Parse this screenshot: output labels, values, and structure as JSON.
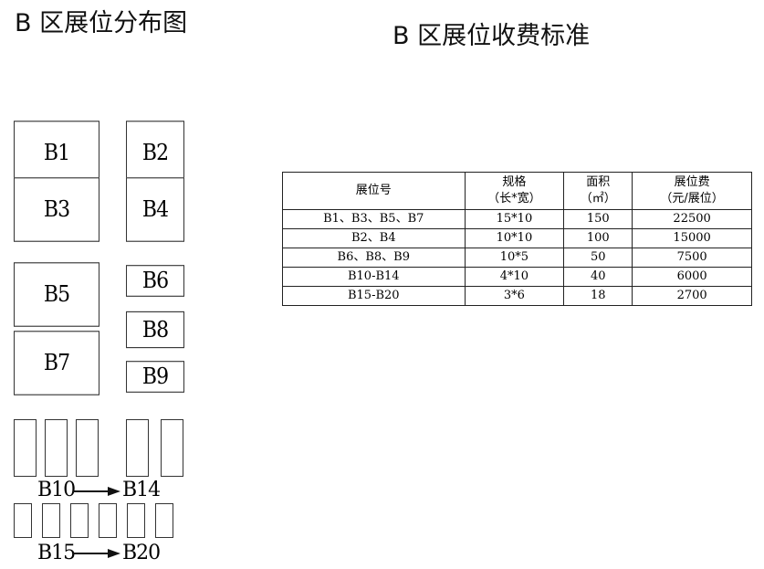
{
  "map_title": "B 区展位分布图",
  "fee_title": "B 区展位收费标准",
  "booths": {
    "b1": "B1",
    "b2": "B2",
    "b3": "B3",
    "b4": "B4",
    "b5": "B5",
    "b6": "B6",
    "b7": "B7",
    "b8": "B8",
    "b9": "B9"
  },
  "range_b10_b14": {
    "start": "B10",
    "end": "B14"
  },
  "range_b15_b20": {
    "start": "B15",
    "end": "B20"
  },
  "fee_table": {
    "headers": {
      "booth_no": "展位号",
      "spec": "规格",
      "spec_unit": "（长*宽）",
      "area": "面积",
      "area_unit": "（㎡）",
      "fee": "展位费",
      "fee_unit": "（元/展位）"
    },
    "rows": [
      {
        "booths": "B1、B3、B5、B7",
        "spec": "15*10",
        "area": "150",
        "fee": "22500"
      },
      {
        "booths": "B2、B4",
        "spec": "10*10",
        "area": "100",
        "fee": "15000"
      },
      {
        "booths": "B6、B8、B9",
        "spec": "10*5",
        "area": "50",
        "fee": "7500"
      },
      {
        "booths": "B10-B14",
        "spec": "4*10",
        "area": "40",
        "fee": "6000"
      },
      {
        "booths": "B15-B20",
        "spec": "3*6",
        "area": "18",
        "fee": "2700"
      }
    ]
  }
}
